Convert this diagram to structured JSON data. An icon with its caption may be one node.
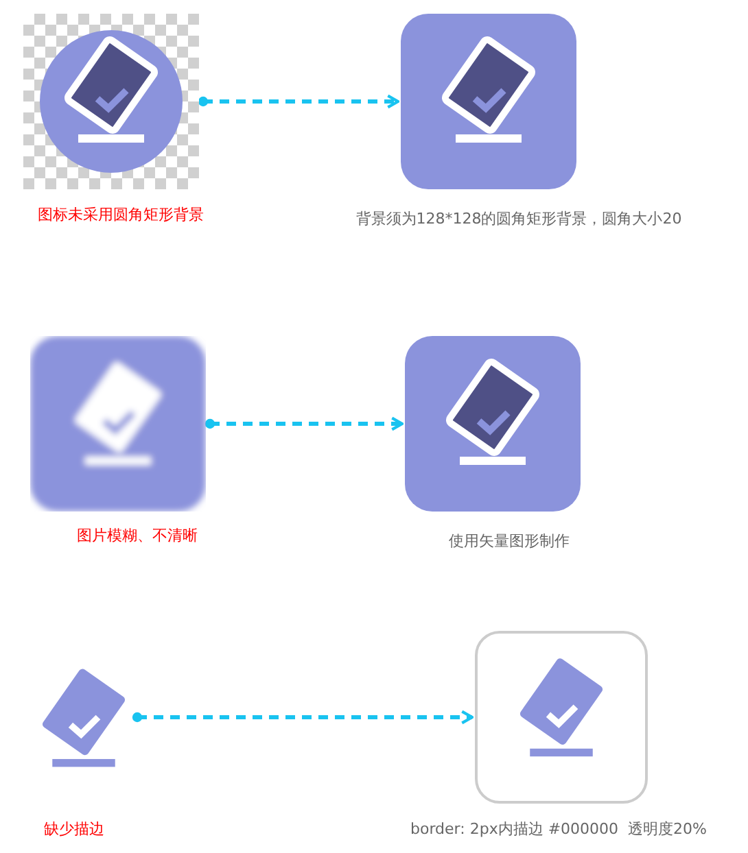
{
  "diagram": {
    "nodes": [
      {
        "text": [],
        "shape": "picture",
        "beside": [
          "图标未采用圆角矩形背景"
        ]
      },
      {
        "text": [],
        "shape": "picture",
        "beside": [
          "背景须为128*128的圆角矩形背景，圆角大小20"
        ]
      },
      {
        "text": [],
        "shape": "picture",
        "beside": [
          "图片模糊、不清晰"
        ]
      },
      {
        "text": [],
        "shape": "picture",
        "beside": [
          "使用矢量图形制作"
        ]
      },
      {
        "text": [],
        "shape": "picture",
        "beside": [
          "缺少描边"
        ]
      },
      {
        "text": [],
        "shape": "picture",
        "beside": [
          "border: 2px内描边 #000000  透明度20%"
        ]
      }
    ],
    "edges": [
      {
        "from": 0,
        "to": 1,
        "arrow": "to",
        "style": "dashed"
      },
      {
        "from": 2,
        "to": 3,
        "arrow": "to",
        "style": "dashed"
      },
      {
        "from": 4,
        "to": 5,
        "arrow": "to",
        "style": "dashed"
      }
    ]
  }
}
